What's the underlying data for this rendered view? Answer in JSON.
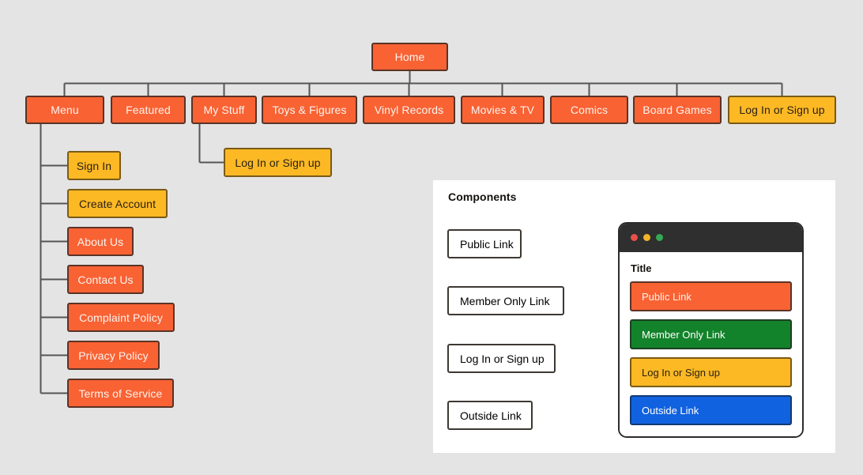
{
  "diagram": {
    "type": "sitemap",
    "background_color": "#e4e4e4",
    "root": {
      "label": "Home",
      "style": "public"
    },
    "top_level": [
      {
        "label": "Menu",
        "style": "public"
      },
      {
        "label": "Featured",
        "style": "public"
      },
      {
        "label": "My Stuff",
        "style": "public"
      },
      {
        "label": "Toys & Figures",
        "style": "public"
      },
      {
        "label": "Vinyl Records",
        "style": "public"
      },
      {
        "label": "Movies & TV",
        "style": "public"
      },
      {
        "label": "Comics",
        "style": "public"
      },
      {
        "label": "Board Games",
        "style": "public"
      },
      {
        "label": "Log In or Sign up",
        "style": "login"
      }
    ],
    "menu_children": [
      {
        "label": "Sign In",
        "style": "login"
      },
      {
        "label": "Create Account",
        "style": "login"
      },
      {
        "label": "About Us",
        "style": "public"
      },
      {
        "label": "Contact Us",
        "style": "public"
      },
      {
        "label": "Complaint Policy",
        "style": "public"
      },
      {
        "label": "Privacy Policy",
        "style": "public"
      },
      {
        "label": "Terms of Service",
        "style": "public"
      }
    ],
    "my_stuff_children": [
      {
        "label": "Log In or Sign up",
        "style": "login"
      }
    ]
  },
  "components": {
    "title": "Components",
    "legend": [
      {
        "label": "Public Link",
        "style": "public",
        "color": "#f96233"
      },
      {
        "label": "Member Only Link",
        "style": "member",
        "color": "#13832b"
      },
      {
        "label": "Log In or Sign up",
        "style": "login",
        "color": "#fcb924"
      },
      {
        "label": "Outside Link",
        "style": "outside",
        "color": "#1062e0"
      }
    ],
    "browser_mock": {
      "page_title": "Title",
      "traffic_lights": [
        "close-dot",
        "minimize-dot",
        "maximize-dot"
      ],
      "buttons": [
        {
          "label": "Public Link",
          "style": "public"
        },
        {
          "label": "Member Only Link",
          "style": "member"
        },
        {
          "label": "Log In or Sign up",
          "style": "login"
        },
        {
          "label": "Outside Link",
          "style": "outside"
        }
      ]
    }
  }
}
